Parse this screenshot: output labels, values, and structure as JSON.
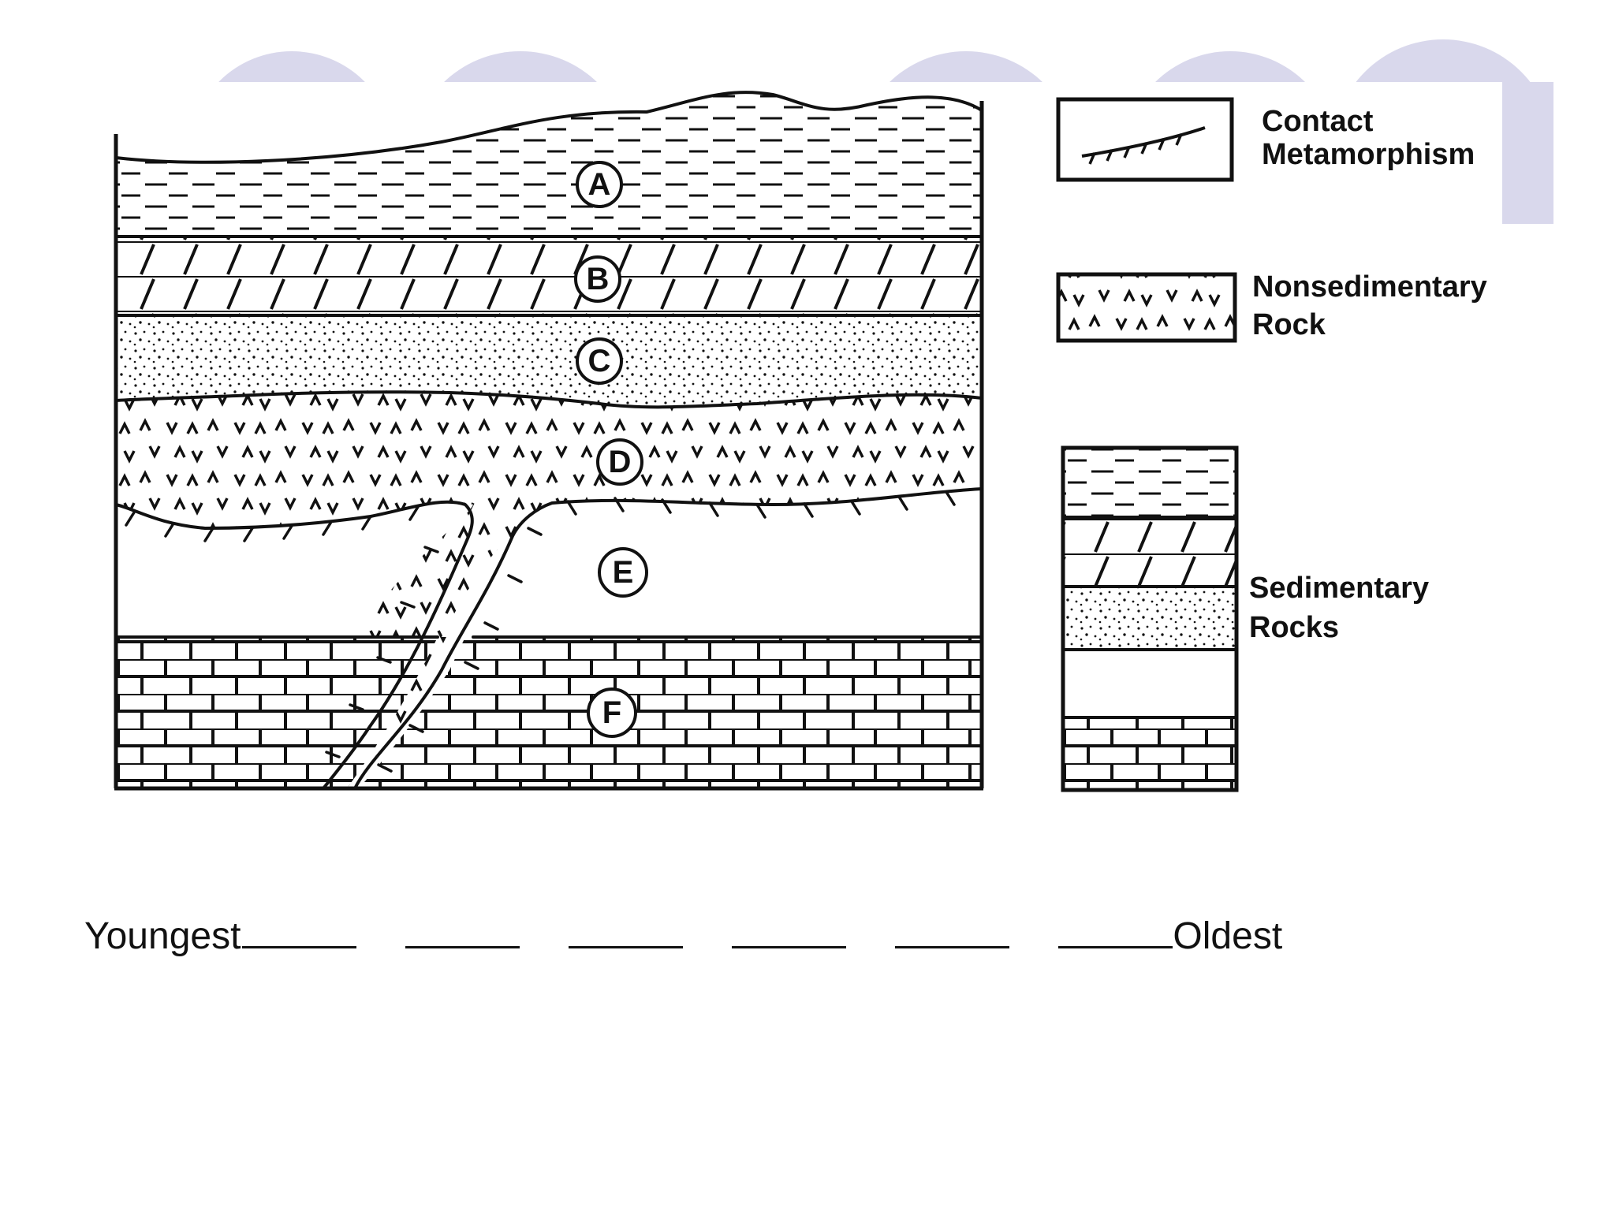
{
  "layers": [
    {
      "id": "A",
      "label": "A",
      "rock": "shale"
    },
    {
      "id": "B",
      "label": "B",
      "rock": "limestone"
    },
    {
      "id": "C",
      "label": "C",
      "rock": "sandstone"
    },
    {
      "id": "D",
      "label": "D",
      "rock": "nonsedimentary"
    },
    {
      "id": "E",
      "label": "E",
      "rock": "plain"
    },
    {
      "id": "F",
      "label": "F",
      "rock": "limestone-brick"
    }
  ],
  "legend": {
    "contact_metamorphism": [
      "Contact",
      "Metamorphism"
    ],
    "nonsedimentary_rock": [
      "Nonsedimentary",
      "Rock"
    ],
    "sedimentary_rocks": [
      "Sedimentary",
      "Rocks"
    ]
  },
  "sequence": {
    "start_label": "Youngest",
    "end_label": "Oldest",
    "blank_count": 6
  },
  "colors": {
    "ink": "#111111",
    "background_circles": "#d9d8ec"
  }
}
